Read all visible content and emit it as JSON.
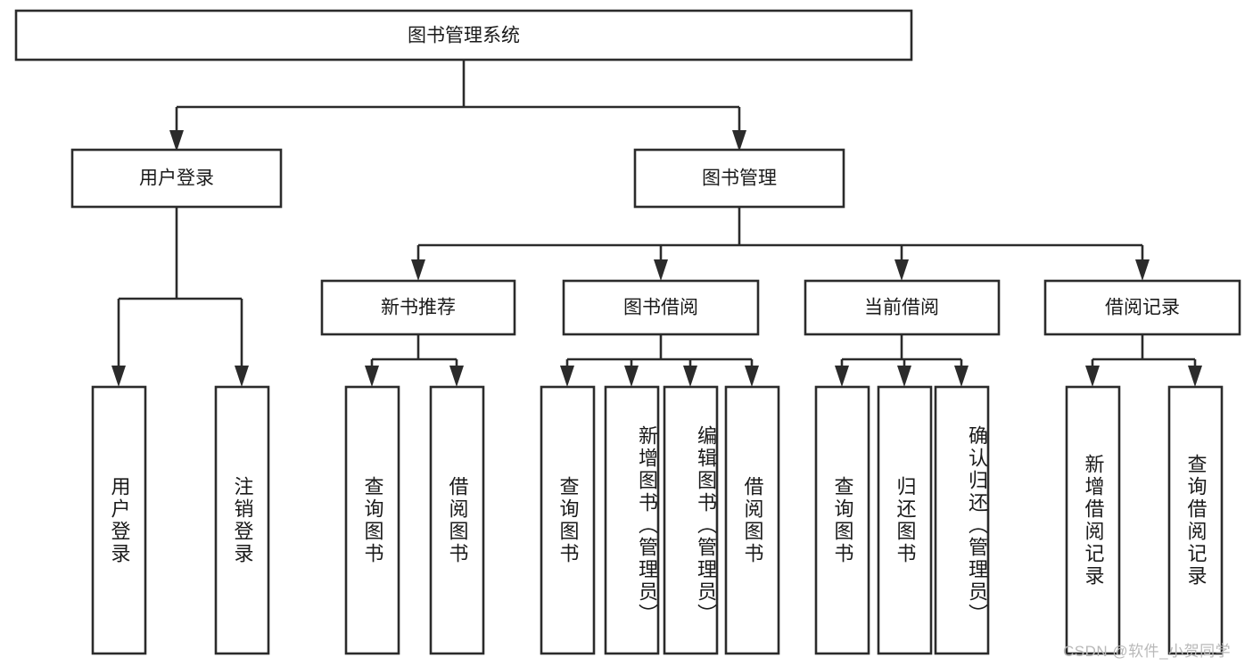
{
  "diagram": {
    "type": "tree",
    "title": "图书管理系统",
    "watermark": "CSDN @软件_小贺同学",
    "colors": {
      "stroke": "#2b2b2b",
      "fill": "#ffffff",
      "text": "#1a1a1a",
      "watermark": "#b9b9b9",
      "background": "#ffffff"
    },
    "root": {
      "label": "图书管理系统",
      "level": 1
    },
    "level2": [
      {
        "label": "用户登录"
      },
      {
        "label": "图书管理"
      }
    ],
    "level3": [
      {
        "label": "新书推荐",
        "parent": "图书管理"
      },
      {
        "label": "图书借阅",
        "parent": "图书管理"
      },
      {
        "label": "当前借阅",
        "parent": "图书管理"
      },
      {
        "label": "借阅记录",
        "parent": "图书管理"
      }
    ],
    "leaves": {
      "用户登录": [
        {
          "label": "用户登录"
        },
        {
          "label": "注销登录"
        }
      ],
      "新书推荐": [
        {
          "label": "查询图书"
        },
        {
          "label": "借阅图书"
        }
      ],
      "图书借阅": [
        {
          "label": "查询图书"
        },
        {
          "label": "新增图书（管理员）"
        },
        {
          "label": "编辑图书（管理员）"
        },
        {
          "label": "借阅图书"
        }
      ],
      "当前借阅": [
        {
          "label": "查询图书"
        },
        {
          "label": "归还图书"
        },
        {
          "label": "确认归还（管理员）"
        }
      ],
      "借阅记录": [
        {
          "label": "新增借阅记录"
        },
        {
          "label": "查询借阅记录"
        }
      ]
    }
  }
}
